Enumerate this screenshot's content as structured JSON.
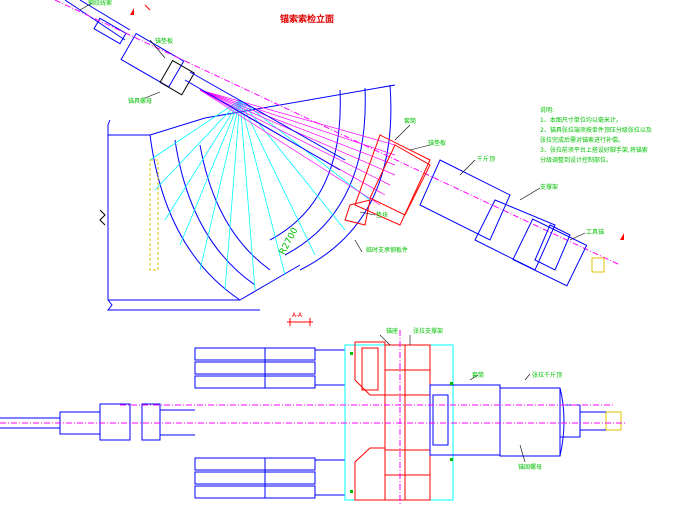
{
  "drawing": {
    "title": "锚索索检立面",
    "radius_label": "R2700",
    "section_marker": "A-A",
    "labels": {
      "top_left": "钢绞线索",
      "sleeve": "锚垫板",
      "anchor_nut": "锚具螺母",
      "sleeve_right": "套筒",
      "anchor_plate": "锚垫板",
      "jack": "千斤顶",
      "support": "支撑架",
      "jack_tail": "张拉千斤顶",
      "tail_right": "工具锚",
      "wedge": "垫块",
      "bracket": "临时支承钢板件",
      "plan_top": "锚座",
      "plan_top2": "张拉支撑架",
      "plan_sleeve": "套筒",
      "plan_jack": "张拉千斤顶",
      "plan_bottom": "锚固螺母"
    },
    "notes": {
      "heading": "说明:",
      "items": [
        "1、本图尺寸单位均以毫米计。",
        "2、锚具张拉端须按单件顶压分级张拉以及",
        "    张拉完成后需对锚索进行补偿。",
        "3、张拉前须平台上搭设好脚手架,将锚索",
        "    分级调整到设计控制部位。"
      ]
    },
    "colors": {
      "outline": "#0000ff",
      "fan": "#00ffff",
      "anchor": "#ff0000",
      "centerline": "#ff00ff",
      "label": "#00c000",
      "leader": "#000000"
    }
  }
}
